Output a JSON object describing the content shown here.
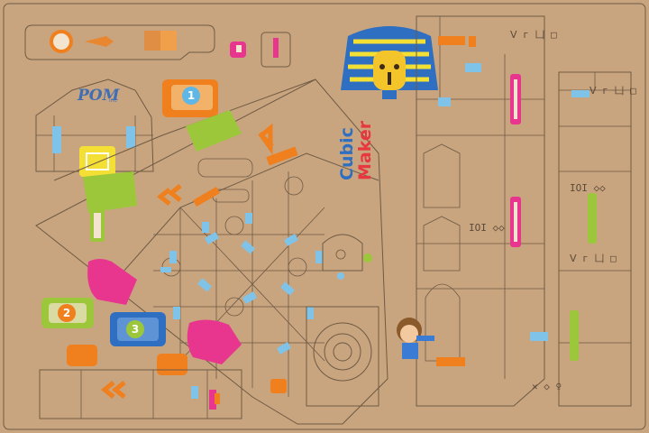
{
  "board": {
    "brand_left": {
      "name": "POM",
      "suffix": "inc"
    },
    "brand_center": {
      "line1": "Cubic",
      "line2": "Maker"
    },
    "badges": [
      "1",
      "2",
      "3"
    ],
    "hieroglyph_rows": [
      "ᐯ г 凵 □",
      "ᐯ г 凵 □",
      "IOI ◇◇",
      "IOI ◇◇",
      "ᐯ г 凵 □",
      "✕ ◇ ♀"
    ],
    "chevron_symbol": "«"
  },
  "colors": {
    "cardboard": "#c9a57f",
    "line": "#6e5a45",
    "orange": "#f07f1d",
    "pink": "#e8368f",
    "lime": "#9cc73b",
    "blue": "#2f6fc2",
    "light_blue": "#7fc3e8",
    "yellow": "#f4df35",
    "red": "#e8373f"
  }
}
